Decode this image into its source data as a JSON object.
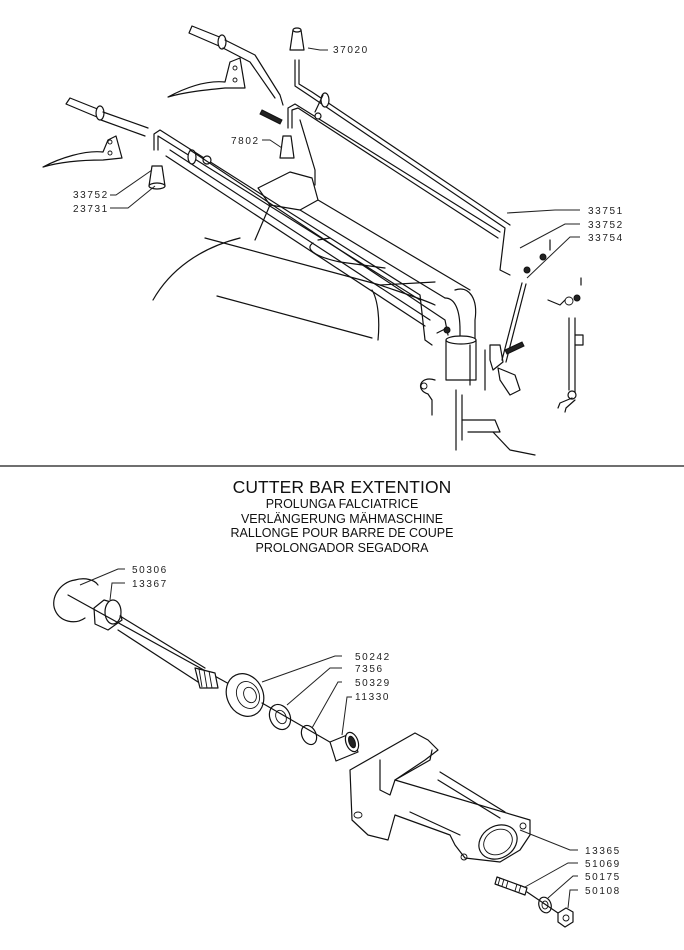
{
  "section_title": {
    "main": "CUTTER BAR EXTENTION",
    "translations": [
      "PROLUNGA FALCIATRICE",
      "VERLÄNGERUNG MÄHMASCHINE",
      "RALLONGE POUR BARRE DE COUPE",
      "PROLONGADOR SEGADORA"
    ]
  },
  "upper_diagram": {
    "description": "Handlebar and control lever assembly",
    "part_labels": [
      "37020",
      "7802",
      "33752",
      "23731",
      "33751",
      "33752",
      "33754"
    ]
  },
  "lower_diagram": {
    "description": "Cutter bar extension shaft assembly",
    "part_labels": [
      "50306",
      "13367",
      "50242",
      "7356",
      "50329",
      "11330",
      "13365",
      "51069",
      "50175",
      "50108"
    ]
  }
}
